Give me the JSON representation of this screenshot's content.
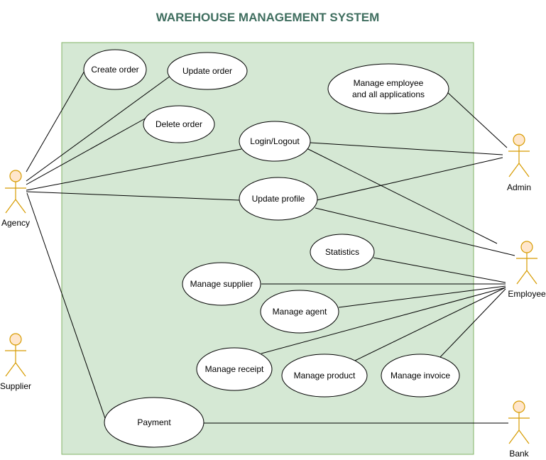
{
  "title": "WAREHOUSE MANAGEMENT SYSTEM",
  "colors": {
    "title": "#3f6e5f",
    "boundary_fill": "#d5e8d4",
    "boundary_stroke": "#82b366",
    "actor_fill": "#ffe6cc",
    "actor_stroke": "#d79b00",
    "line": "#000000",
    "usecase_fill": "#ffffff"
  },
  "actors": {
    "agency": "Agency",
    "supplier": "Supplier",
    "admin": "Admin",
    "employee": "Employee",
    "bank": "Bank"
  },
  "use_cases": {
    "create_order": "Create order",
    "update_order": "Update order",
    "delete_order": "Delete order",
    "manage_employee_line1": "Manage employee",
    "manage_employee_line2": "and all applications",
    "login_logout": "Login/Logout",
    "update_profile": "Update profile",
    "statistics": "Statistics",
    "manage_supplier": "Manage supplier",
    "manage_agent": "Manage agent",
    "manage_receipt": "Manage receipt",
    "manage_product": "Manage product",
    "manage_invoice": "Manage invoice",
    "payment": "Payment"
  },
  "associations": [
    [
      "agency",
      "create_order"
    ],
    [
      "agency",
      "update_order"
    ],
    [
      "agency",
      "delete_order"
    ],
    [
      "agency",
      "login_logout"
    ],
    [
      "agency",
      "update_profile"
    ],
    [
      "agency",
      "payment"
    ],
    [
      "admin",
      "manage_employee"
    ],
    [
      "admin",
      "login_logout"
    ],
    [
      "admin",
      "update_profile"
    ],
    [
      "employee",
      "login_logout"
    ],
    [
      "employee",
      "update_profile"
    ],
    [
      "employee",
      "statistics"
    ],
    [
      "employee",
      "manage_supplier"
    ],
    [
      "employee",
      "manage_agent"
    ],
    [
      "employee",
      "manage_receipt"
    ],
    [
      "employee",
      "manage_product"
    ],
    [
      "employee",
      "manage_invoice"
    ],
    [
      "bank",
      "payment"
    ]
  ]
}
